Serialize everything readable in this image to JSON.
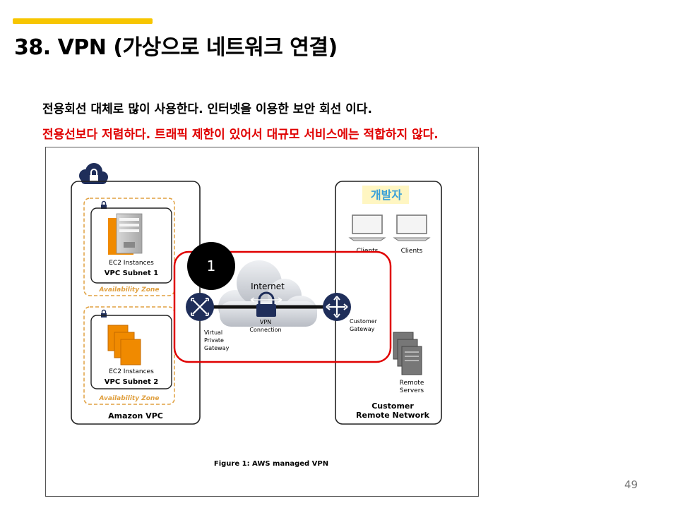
{
  "slide": {
    "title": "38. VPN (가상으로 네트워크 연결)",
    "line1": "전용회선 대체로 많이 사용한다. 인터넷을 이용한 보안 회선 이다.",
    "line2": "전용선보다 저렴하다. 트래픽 제한이 있어서 대규모 서비스에는 적합하지 않다.",
    "page_number": "49"
  },
  "colors": {
    "accent": "#f7c600",
    "highlight_red": "#e00000",
    "developer_label": "#3aa0d8",
    "aws_orange": "#f08a00",
    "zone_dash": "#e0a040",
    "router_navy": "#1f2e5a"
  },
  "diagram": {
    "vpc": {
      "label": "Amazon VPC",
      "subnet1": {
        "instances_label": "EC2 Instances",
        "subnet_label": "VPC Subnet 1",
        "zone_label": "Availability Zone"
      },
      "subnet2": {
        "instances_label": "EC2 Instances",
        "subnet_label": "VPC Subnet 2",
        "zone_label": "Availability Zone"
      }
    },
    "vpg": {
      "line1": "Virtual",
      "line2": "Private",
      "line3": "Gateway"
    },
    "internet_label": "Internet",
    "vpn": {
      "line1": "VPN",
      "line2": "Connection"
    },
    "callout_number": "1",
    "customer_gateway": {
      "line1": "Customer",
      "line2": "Gateway"
    },
    "remote": {
      "developer_label": "개발자",
      "client1": "Clients",
      "client2": "Clients",
      "servers": {
        "line1": "Remote",
        "line2": "Servers"
      },
      "label_line1": "Customer",
      "label_line2": "Remote Network"
    },
    "caption": "Figure 1: AWS managed VPN"
  }
}
